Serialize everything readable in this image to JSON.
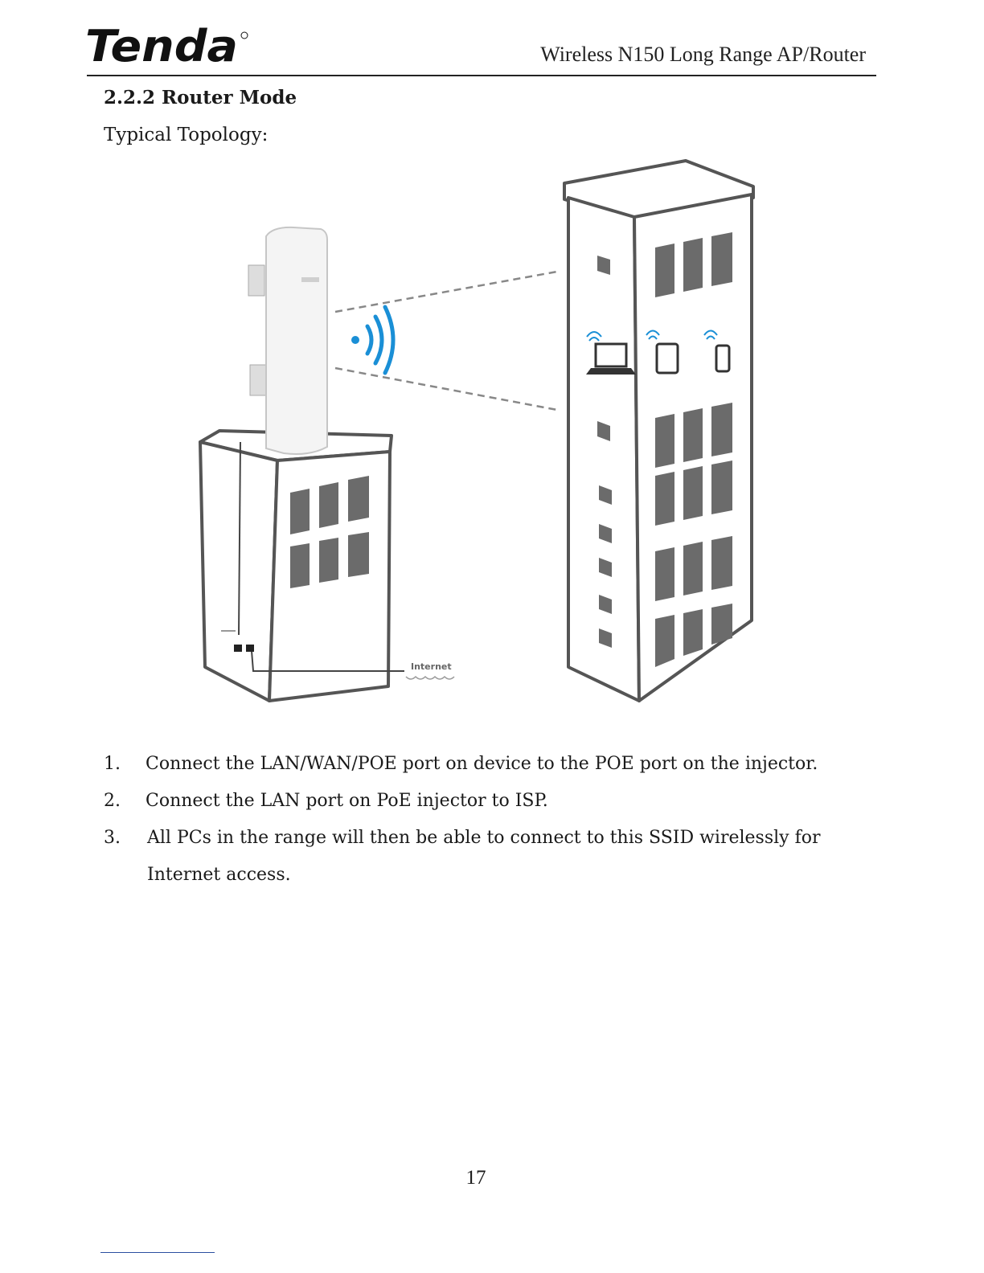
{
  "header": {
    "logo_text": "Tenda",
    "title": "Wireless N150 Long Range AP/Router"
  },
  "section": {
    "heading": "2.2.2 Router Mode",
    "topology_label": "Typical Topology:"
  },
  "diagram": {
    "internet_label": "Internet"
  },
  "steps": [
    {
      "num": "1.",
      "text": "Connect the LAN/WAN/POE port on device to the POE port on the injector."
    },
    {
      "num": "2.",
      "text": "Connect the LAN port on PoE injector to ISP."
    },
    {
      "num": "3.",
      "text": "All PCs in the range will then be able to connect to this SSID wirelessly for",
      "continuation": "Internet access."
    }
  ],
  "footer": {
    "page_number": "17"
  },
  "colors": {
    "wifi_blue": "#1a8fd6",
    "window_gray": "#6b6b6b",
    "outline": "#555555"
  }
}
